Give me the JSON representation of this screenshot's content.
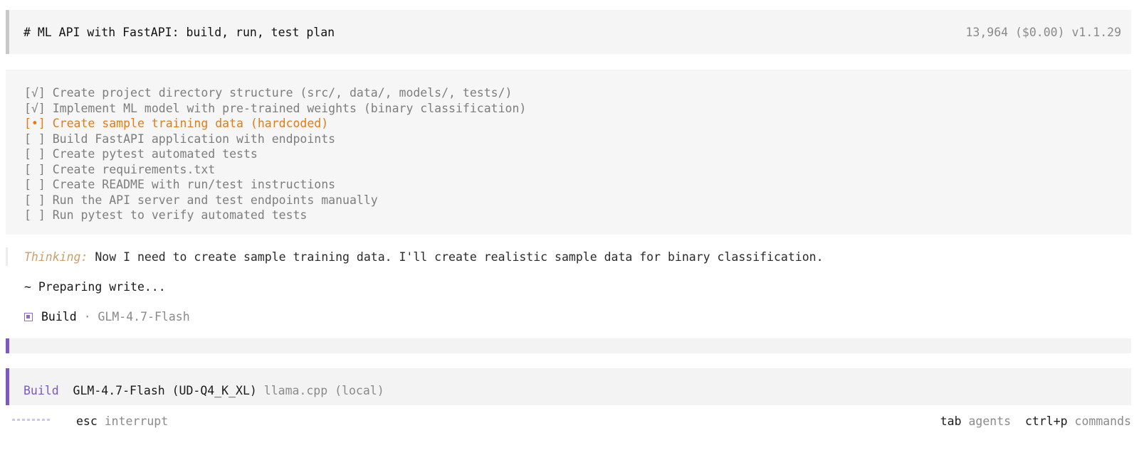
{
  "header": {
    "title": "# ML API with FastAPI: build, run, test plan",
    "meta": "13,964 ($0.00) v1.1.29"
  },
  "todos": [
    {
      "marker": "[√]",
      "text": "Create project directory structure (src/, data/, models/, tests/)",
      "state": "done"
    },
    {
      "marker": "[√]",
      "text": "Implement ML model with pre-trained weights (binary classification)",
      "state": "done"
    },
    {
      "marker": "[•]",
      "text": "Create sample training data (hardcoded)",
      "state": "active"
    },
    {
      "marker": "[ ]",
      "text": "Build FastAPI application with endpoints",
      "state": "pending"
    },
    {
      "marker": "[ ]",
      "text": "Create pytest automated tests",
      "state": "pending"
    },
    {
      "marker": "[ ]",
      "text": "Create requirements.txt",
      "state": "pending"
    },
    {
      "marker": "[ ]",
      "text": "Create README with run/test instructions",
      "state": "pending"
    },
    {
      "marker": "[ ]",
      "text": "Run the API server and test endpoints manually",
      "state": "pending"
    },
    {
      "marker": "[ ]",
      "text": "Run pytest to verify automated tests",
      "state": "pending"
    }
  ],
  "thinking": {
    "label": "Thinking:",
    "text": "Now I need to create sample training data. I'll create realistic sample data for binary classification."
  },
  "preparing": "~ Preparing write...",
  "build": {
    "label": "Build",
    "sep": "·",
    "model": "GLM-4.7-Flash",
    "icon": "agent-square-icon"
  },
  "status": {
    "mode": "Build",
    "model": "GLM-4.7-Flash (UD-Q4_K_XL)",
    "backend": "llama.cpp (local)"
  },
  "footer": {
    "esc_key": "esc",
    "esc_hint": "interrupt",
    "tab_key": "tab",
    "tab_hint": "agents",
    "ctrlp_key": "ctrl+p",
    "ctrlp_hint": "commands"
  },
  "colors": {
    "accent": "#7c58c2",
    "active_todo": "#e07d1a",
    "thinking_label": "#c9a06a",
    "muted": "#8a8a8a"
  }
}
